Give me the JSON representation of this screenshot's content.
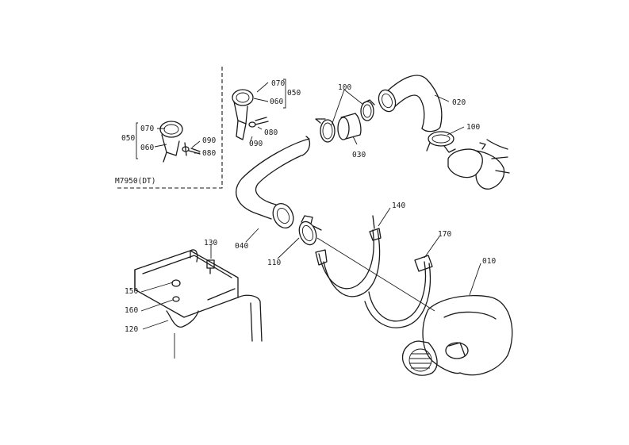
{
  "diagram": {
    "variant_note": "M7950(DT)",
    "parts": {
      "p010": "010",
      "p020": "020",
      "p030": "030",
      "p040": "040",
      "p050_left": "050",
      "p050_right": "050",
      "p060_left": "060",
      "p060_right": "060",
      "p070_left": "070",
      "p070_right": "070",
      "p080_left": "080",
      "p080_right": "080",
      "p090_left": "090",
      "p090_right": "090",
      "p100_top": "100",
      "p100_right": "100",
      "p110": "110",
      "p120": "120",
      "p130": "130",
      "p140": "140",
      "p150": "150",
      "p160": "160",
      "p170": "170"
    }
  }
}
